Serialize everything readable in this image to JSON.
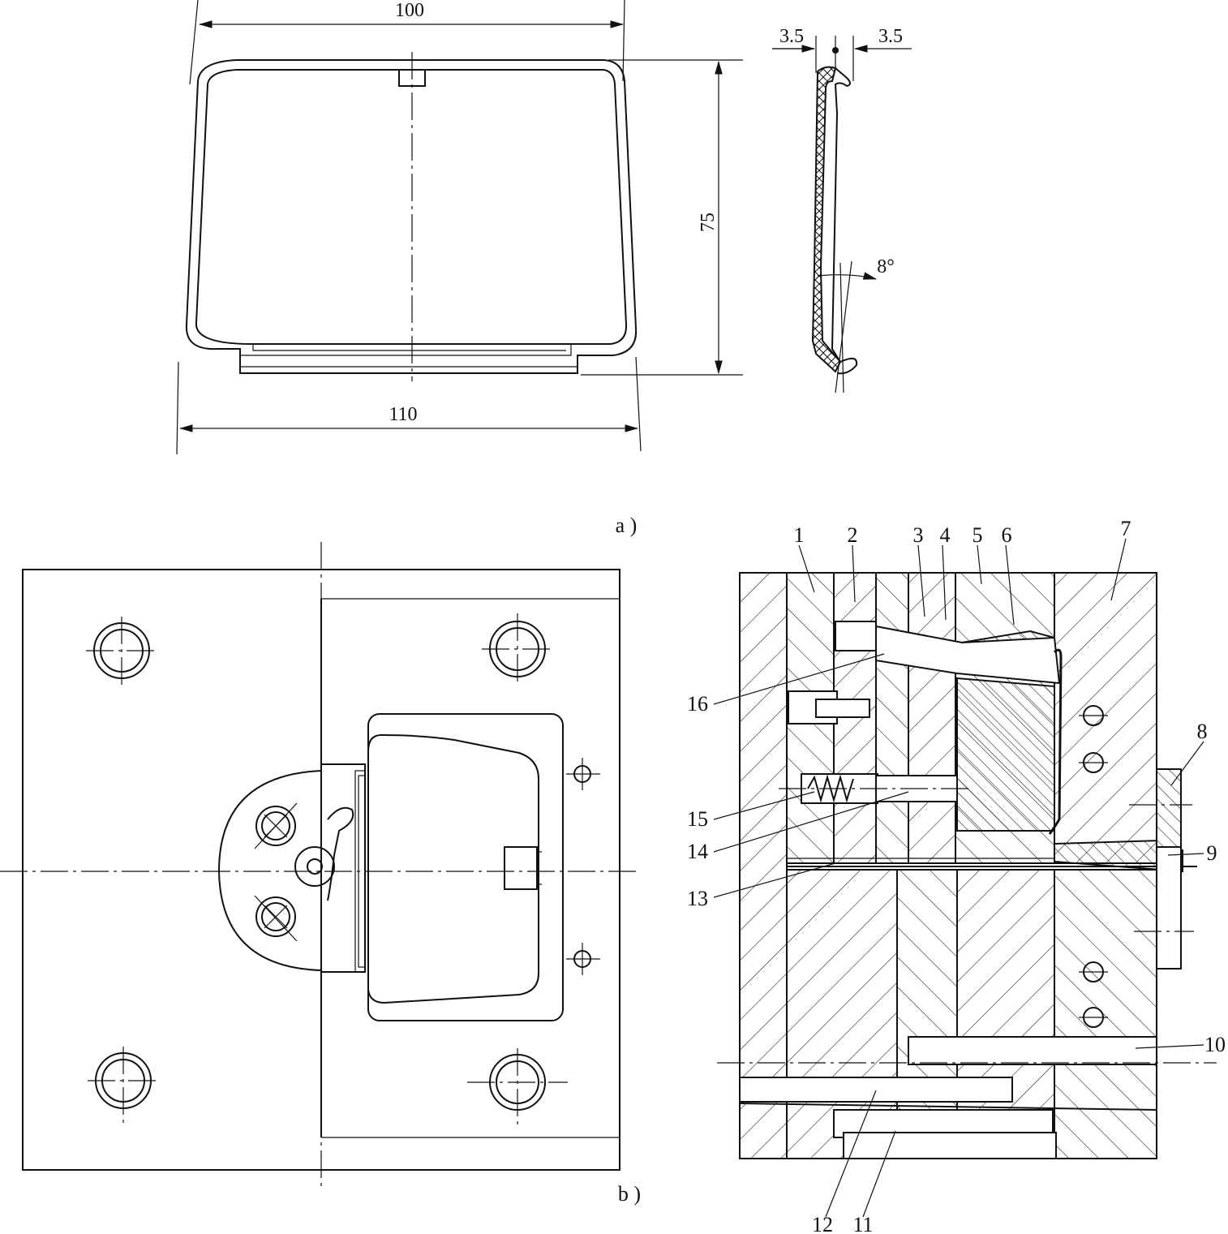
{
  "figure_a": {
    "caption": "a )",
    "dim_top": "100",
    "dim_bottom": "110",
    "dim_height": "75",
    "dim_wall_left": "3.5",
    "dim_wall_right": "3.5",
    "dim_angle": "8°"
  },
  "figure_b": {
    "caption": "b )",
    "callouts": {
      "c1": "1",
      "c2": "2",
      "c3": "3",
      "c4": "4",
      "c5": "5",
      "c6": "6",
      "c7": "7",
      "c8": "8",
      "c9": "9",
      "c10": "10",
      "c11": "11",
      "c12": "12",
      "c13": "13",
      "c14": "14",
      "c15": "15",
      "c16": "16"
    }
  }
}
